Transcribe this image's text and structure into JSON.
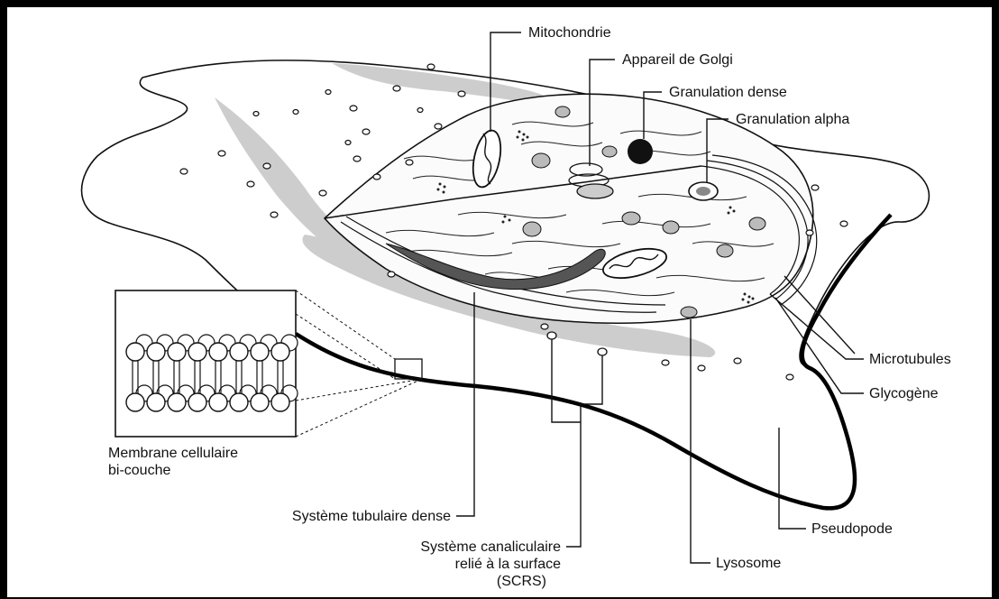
{
  "labels": {
    "mitochondrie": "Mitochondrie",
    "golgi": "Appareil de Golgi",
    "granulation_dense": "Granulation dense",
    "granulation_alpha": "Granulation alpha",
    "microtubules": "Microtubules",
    "glycogene": "Glycogène",
    "pseudopode": "Pseudopode",
    "lysosome": "Lysosome",
    "membrane_line1": "Membrane cellulaire",
    "membrane_line2": "bi-couche",
    "tubulaire": "Système tubulaire dense",
    "scrs_line1": "Système canaliculaire",
    "scrs_line2": "relié à la surface",
    "scrs_line3": "(SCRS)"
  },
  "colors": {
    "frame_border": "#000000",
    "background": "#ffffff",
    "ink": "#111111",
    "shade": "#c8c8c8",
    "dense_tubule": "#555555"
  }
}
